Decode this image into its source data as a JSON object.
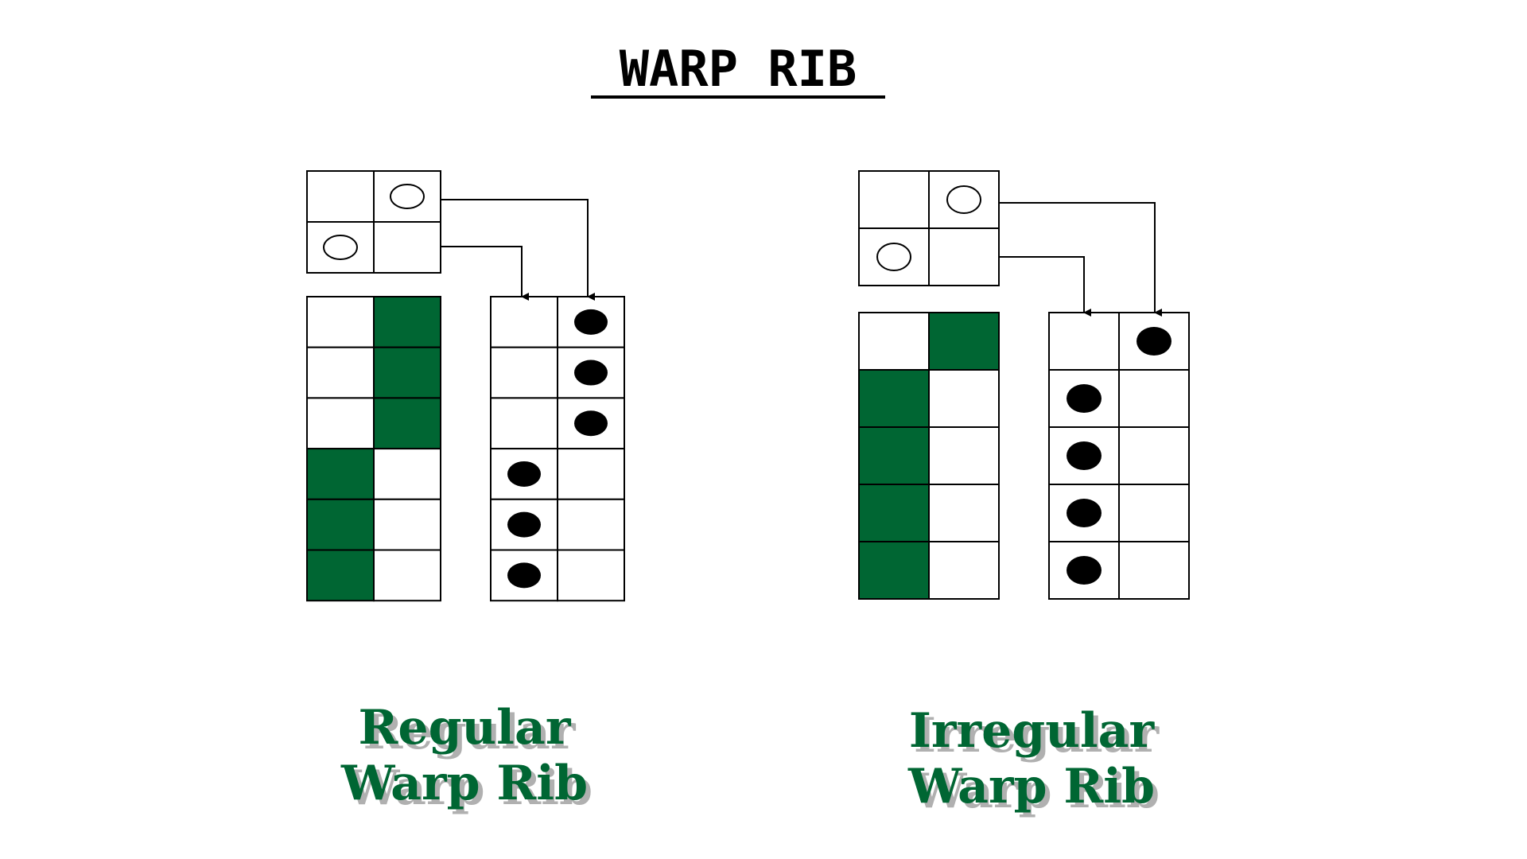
{
  "title": "WARP RIB",
  "colors": {
    "green": "#006633",
    "shadow": "#b0b0b0",
    "ink": "#000000",
    "paper": "#ffffff"
  },
  "diagrams": [
    {
      "id": "regular",
      "caption_line1": "Regular",
      "caption_line2": "Warp Rib",
      "repeat_cells": [
        [
          0,
          1
        ],
        [
          1,
          0
        ]
      ],
      "weave_pattern": [
        [
          0,
          1
        ],
        [
          0,
          1
        ],
        [
          0,
          1
        ],
        [
          1,
          0
        ],
        [
          1,
          0
        ],
        [
          1,
          0
        ]
      ],
      "draft_pattern": [
        [
          0,
          1
        ],
        [
          0,
          1
        ],
        [
          0,
          1
        ],
        [
          1,
          0
        ],
        [
          1,
          0
        ],
        [
          1,
          0
        ]
      ]
    },
    {
      "id": "irregular",
      "caption_line1": "Irregular",
      "caption_line2": "Warp Rib",
      "repeat_cells": [
        [
          0,
          1
        ],
        [
          1,
          0
        ]
      ],
      "weave_pattern": [
        [
          0,
          1
        ],
        [
          1,
          0
        ],
        [
          1,
          0
        ],
        [
          1,
          0
        ],
        [
          1,
          0
        ]
      ],
      "draft_pattern": [
        [
          0,
          1
        ],
        [
          1,
          0
        ],
        [
          1,
          0
        ],
        [
          1,
          0
        ],
        [
          1,
          0
        ]
      ]
    }
  ]
}
